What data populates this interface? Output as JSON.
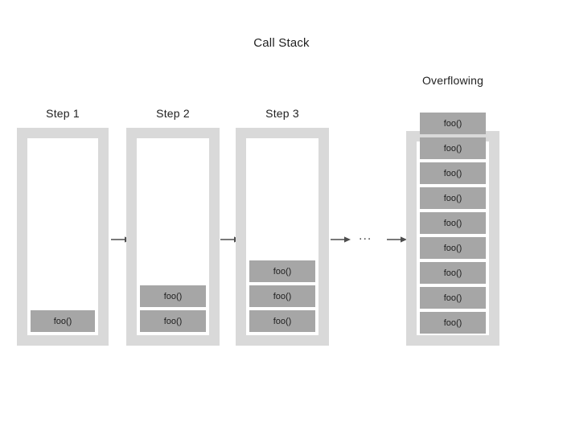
{
  "diagram": {
    "title": "Call Stack",
    "frame_label": "foo()",
    "ellipsis": "...",
    "arrow_icon": "arrow-right-icon",
    "colors": {
      "frame": "#d9d9d9",
      "frame_inner": "#ffffff",
      "box_fill": "#a6a6a6",
      "text": "#1f1f1f",
      "arrow": "#4d4d4d",
      "background": "#ffffff"
    },
    "columns": [
      {
        "id": "step-1",
        "label": "Step 1",
        "frame_count": 1,
        "overflowing": false
      },
      {
        "id": "step-2",
        "label": "Step 2",
        "frame_count": 2,
        "overflowing": false
      },
      {
        "id": "step-3",
        "label": "Step 3",
        "frame_count": 3,
        "overflowing": false
      },
      {
        "id": "overflowing",
        "label": "Overflowing",
        "frame_count": 9,
        "overflowing": true
      }
    ]
  }
}
